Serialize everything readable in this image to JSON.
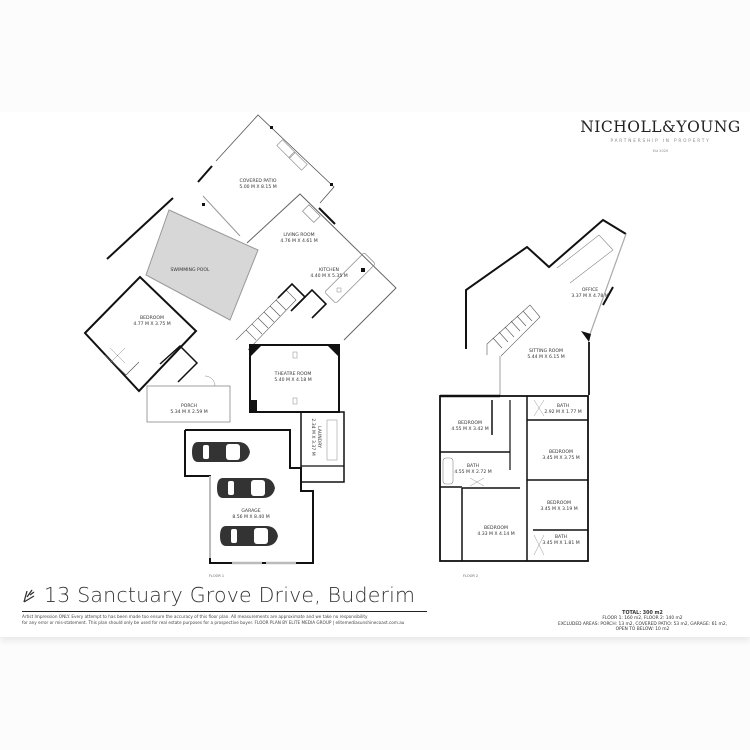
{
  "brand": {
    "name": "NICHOLL&YOUNG",
    "tagline": "PARTNERSHIP IN PROPERTY",
    "established": "Est 2020"
  },
  "floor_1": {
    "label": "FLOOR 1",
    "rooms": [
      {
        "name": "COVERED PATIO",
        "size": "5.00 M X 8.15 M"
      },
      {
        "name": "LIVING ROOM",
        "size": "4.76 M X 4.61 M"
      },
      {
        "name": "KITCHEN",
        "size": "4.40 M X 5.35 M"
      },
      {
        "name": "SWIMMING POOL",
        "size": ""
      },
      {
        "name": "BEDROOM",
        "size": "4.77 M X 3.75 M"
      },
      {
        "name": "THEATRE ROOM",
        "size": "5.40 M X 4.18 M"
      },
      {
        "name": "PORCH",
        "size": "5.34 M X 2.59 M"
      },
      {
        "name": "LAUNDRY",
        "size": "2.34 M X 3.37 M"
      },
      {
        "name": "GARAGE",
        "size": "8.56 M X 8.40 M"
      }
    ]
  },
  "floor_2": {
    "label": "FLOOR 2",
    "rooms": [
      {
        "name": "OFFICE",
        "size": "3.37 M X 4.78 M"
      },
      {
        "name": "SITTING ROOM",
        "size": "5.44 M X 6.15 M"
      },
      {
        "name": "BEDROOM",
        "size": "4.55 M X 3.42 M"
      },
      {
        "name": "BATH",
        "size": "2.92 M X 1.77 M"
      },
      {
        "name": "BATH",
        "size": "4.55 M X 2.72 M"
      },
      {
        "name": "BEDROOM",
        "size": "3.45 M X 3.75 M"
      },
      {
        "name": "BEDROOM",
        "size": "3.45 M X 3.19 M"
      },
      {
        "name": "BEDROOM",
        "size": "4.33 M X 4.14 M"
      },
      {
        "name": "BATH",
        "size": "3.45 M X 1.81 M"
      }
    ]
  },
  "address": "13 Sanctuary Grove Drive, Buderim",
  "disclaimer": {
    "line1": "Artist Impression ONLY. Every attempt to has been made too ensure the accuracy of this floor plan. All measurements are approximate and we take no responsibility",
    "line2": "for any error or mis-statement. This plan should only be used for real estate purposes for a prospective buyer. FLOOR PLAN BY ELITE MEDIA GROUP | elitemediasunshinecoast.com.au"
  },
  "areas": {
    "total": "TOTAL: 300 m2",
    "floors": "FLOOR 1: 160 m2, FLOOR 2: 140 m2",
    "excluded": "EXCLUDED AREAS: PORCH: 13 m2, COVERED PATIO: 53 m2, GARAGE: 61 m2,",
    "open_below": "OPEN TO BELOW: 10 m2"
  }
}
